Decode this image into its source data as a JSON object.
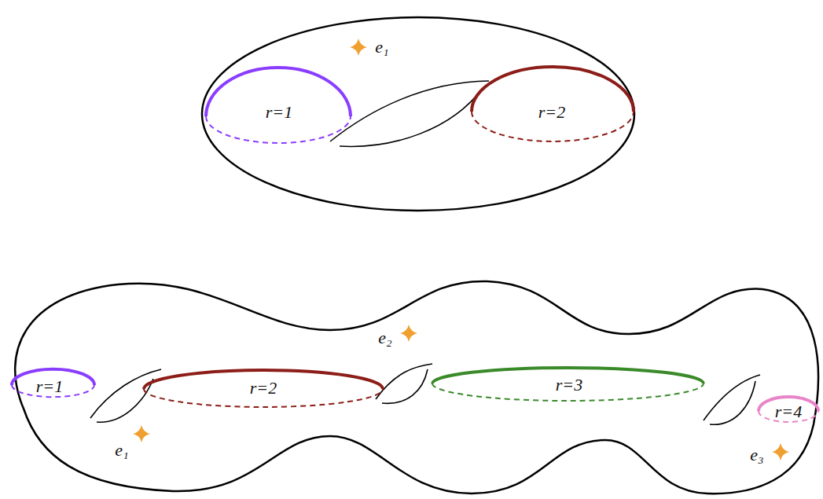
{
  "diagram": {
    "labels": [
      "e₁",
      "r=1",
      "r=2",
      "e₂",
      "r=1",
      "r=2",
      "r=3",
      "r=4",
      "e₁",
      "e₃"
    ]
  }
}
